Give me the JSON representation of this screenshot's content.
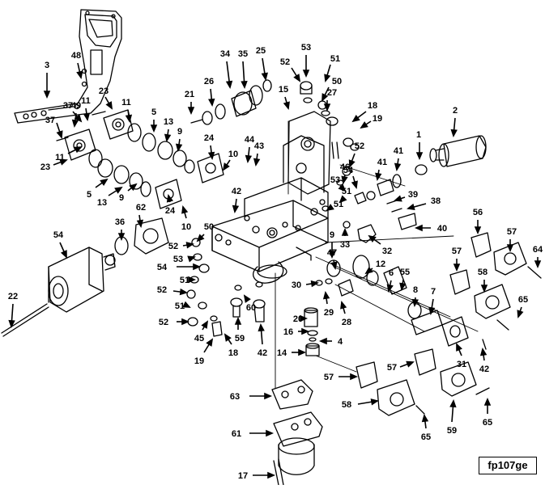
{
  "figure_id": "fp107ge",
  "callouts": [
    "1",
    "2",
    "3",
    "4",
    "5",
    "5",
    "6",
    "7",
    "8",
    "9",
    "9",
    "9",
    "10",
    "10",
    "11",
    "11",
    "11",
    "12",
    "13",
    "13",
    "14",
    "15",
    "16",
    "17",
    "18",
    "18",
    "19",
    "19",
    "20",
    "21",
    "22",
    "23",
    "23",
    "24",
    "24",
    "25",
    "26",
    "27",
    "28",
    "29",
    "30",
    "31",
    "32",
    "33",
    "34",
    "35",
    "36",
    "37",
    "37",
    "38",
    "39",
    "40",
    "41",
    "41",
    "42",
    "42",
    "42",
    "43",
    "44",
    "45",
    "46",
    "47",
    "48",
    "49",
    "50",
    "50",
    "51",
    "51",
    "51",
    "51",
    "51",
    "52",
    "52",
    "52",
    "52",
    "52",
    "53",
    "53",
    "53",
    "54",
    "54",
    "54",
    "55",
    "56",
    "57",
    "57",
    "57",
    "57",
    "58",
    "58",
    "59",
    "59",
    "60",
    "61",
    "62",
    "63",
    "64",
    "65",
    "65",
    "65",
    "65"
  ],
  "colors": {
    "line": "#000000",
    "background": "#ffffff"
  }
}
